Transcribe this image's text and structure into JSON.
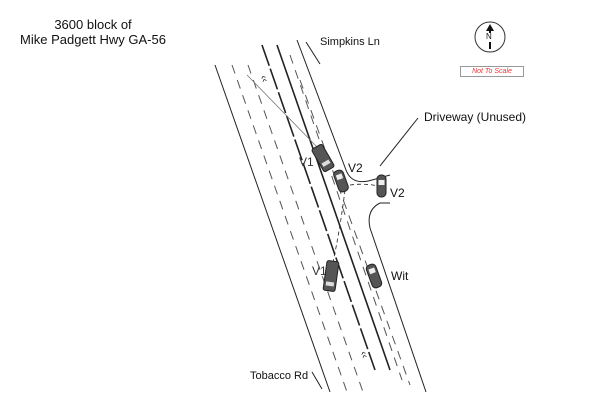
{
  "title": {
    "line1": "3600 block of",
    "line2": "Mike Padgett Hwy GA-56"
  },
  "streets": {
    "north": "Simpkins Ln",
    "south": "Tobacco Rd",
    "driveway": "Driveway (Unused)"
  },
  "compass": {
    "letter": "N",
    "scale_note": "Not To Scale"
  },
  "vehicles": {
    "v1_impact": "V1",
    "v2_impact": "V2",
    "v2_rest": "V2",
    "v1_rest": "V1",
    "witness": "Wit"
  },
  "colors": {
    "note": "#e33333",
    "vehicle": "#555555"
  }
}
